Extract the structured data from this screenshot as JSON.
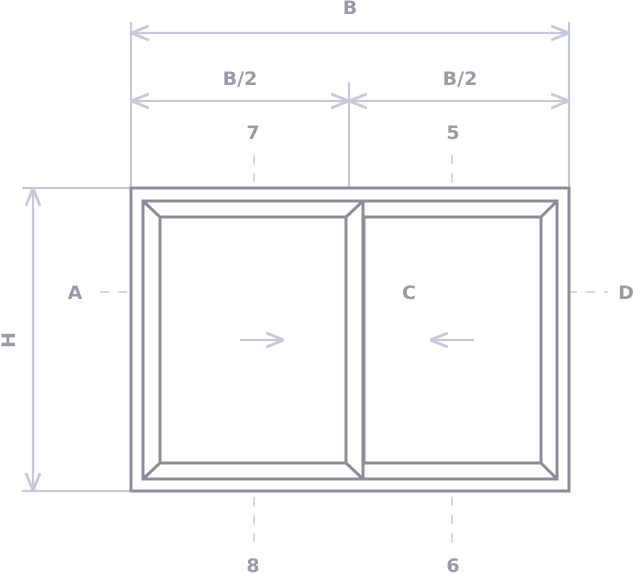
{
  "dimensions": {
    "total_width": "B",
    "half_width_left": "B/2",
    "half_width_right": "B/2",
    "height": "H"
  },
  "section_labels": {
    "left": "A",
    "center": "C",
    "right": "D",
    "top_left": "7",
    "top_right": "5",
    "bottom_left": "8",
    "bottom_right": "6"
  },
  "sashes": {
    "left_slide_direction": "right",
    "right_slide_direction": "left"
  },
  "colors": {
    "frame": "#8c8c9a",
    "dimension_line": "#c5c9d9",
    "axis_dash": "#c8c8d0",
    "label": "#9a9aa8"
  }
}
